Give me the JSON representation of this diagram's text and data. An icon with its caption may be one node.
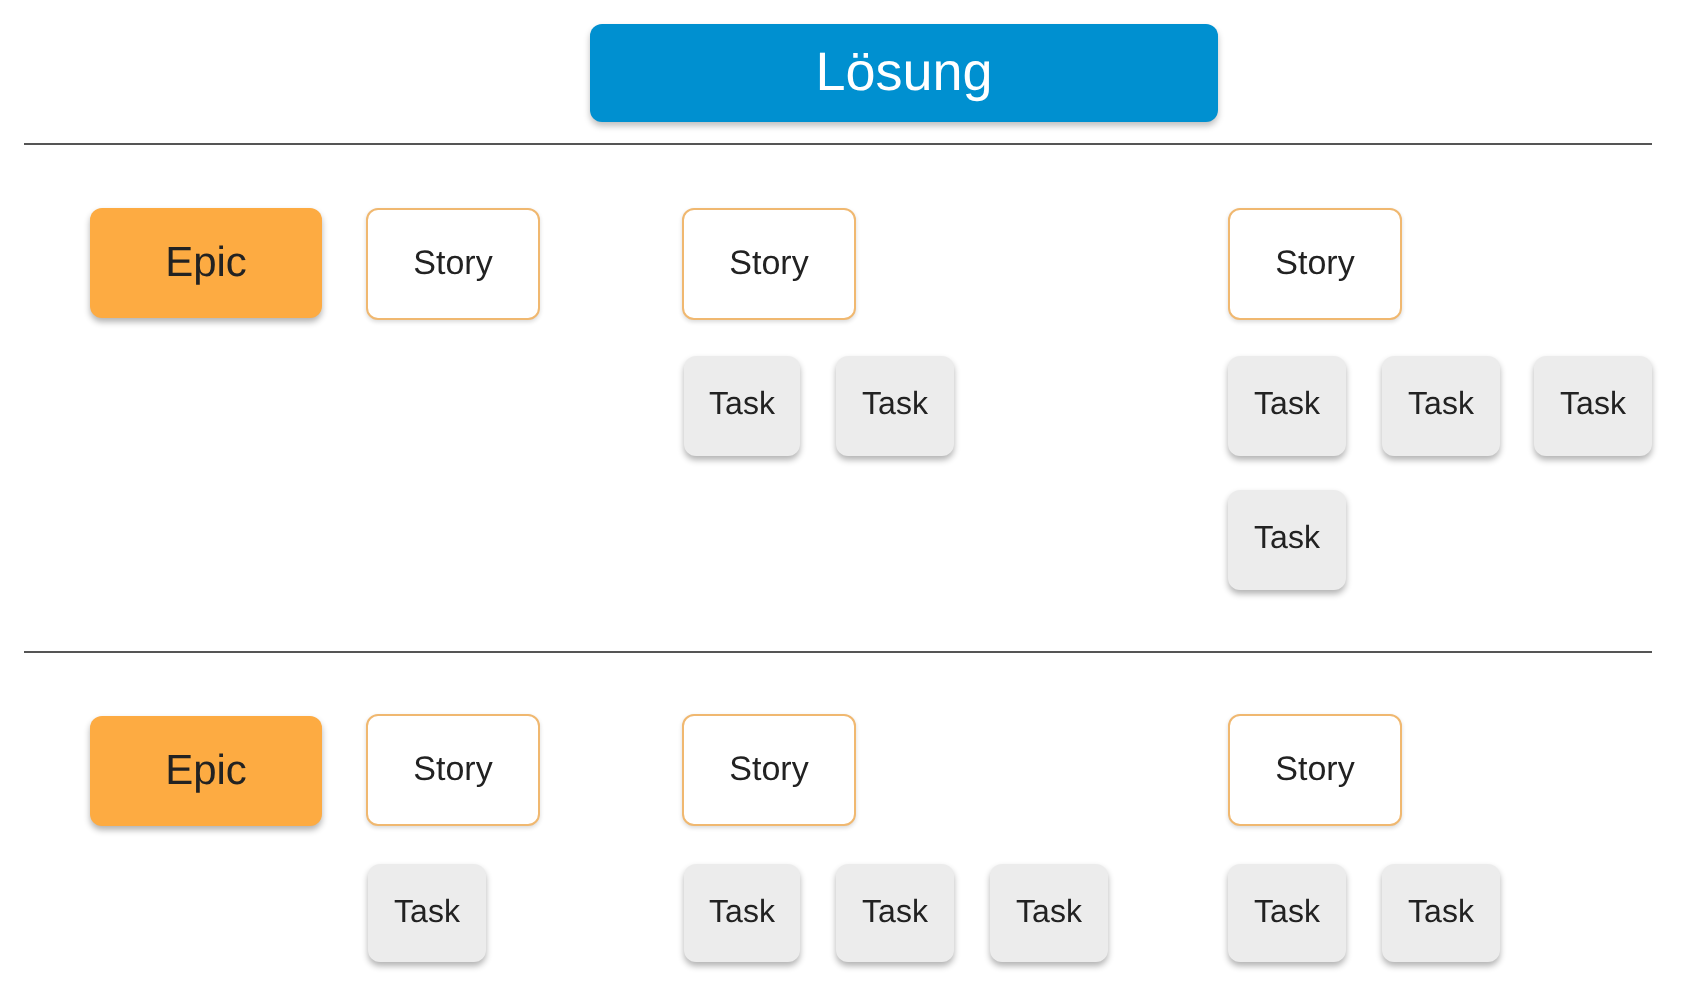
{
  "diagram": {
    "nodes": [
      {
        "text": [
          "Lösung"
        ]
      },
      {
        "text": [
          "Epic"
        ]
      },
      {
        "text": [
          "Story"
        ]
      },
      {
        "text": [
          "Story"
        ]
      },
      {
        "text": [
          "Story"
        ]
      },
      {
        "text": [
          "Task"
        ]
      },
      {
        "text": [
          "Task"
        ]
      },
      {
        "text": [
          "Task"
        ]
      },
      {
        "text": [
          "Task"
        ]
      },
      {
        "text": [
          "Task"
        ]
      },
      {
        "text": [
          "Task"
        ]
      },
      {
        "text": [
          "Epic"
        ]
      },
      {
        "text": [
          "Story"
        ]
      },
      {
        "text": [
          "Story"
        ]
      },
      {
        "text": [
          "Story"
        ]
      },
      {
        "text": [
          "Task"
        ]
      },
      {
        "text": [
          "Task"
        ]
      },
      {
        "text": [
          "Task"
        ]
      },
      {
        "text": [
          "Task"
        ]
      },
      {
        "text": [
          "Task"
        ]
      },
      {
        "text": [
          "Task"
        ]
      }
    ]
  }
}
